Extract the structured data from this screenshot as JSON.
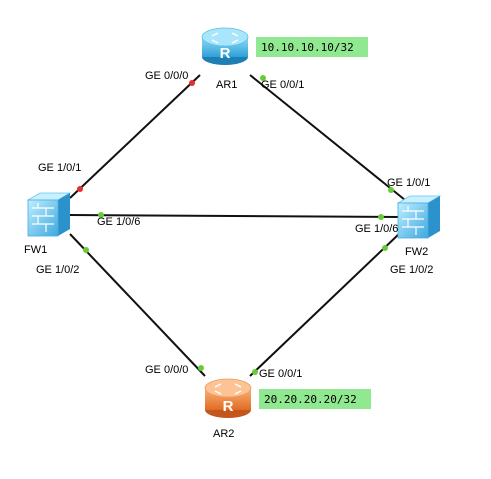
{
  "devices": {
    "ar1": {
      "name": "AR1",
      "type": "router",
      "color": "#4ab8e8"
    },
    "ar2": {
      "name": "AR2",
      "type": "router",
      "color": "#f08a3c"
    },
    "fw1": {
      "name": "FW1",
      "type": "firewall",
      "color": "#5bbde8"
    },
    "fw2": {
      "name": "FW2",
      "type": "firewall",
      "color": "#5bbde8"
    }
  },
  "ip_labels": {
    "ar1": "10.10.10.10/32",
    "ar2": "20.20.20.20/32",
    "background": "#90e890"
  },
  "interfaces": {
    "ar1_ge000": "GE 0/0/0",
    "ar1_ge001": "GE 0/0/1",
    "fw1_ge101": "GE 1/0/1",
    "fw1_ge106": "GE 1/0/6",
    "fw1_ge102": "GE 1/0/2",
    "fw2_ge101": "GE 1/0/1",
    "fw2_ge106": "GE 1/0/6",
    "fw2_ge102": "GE 1/0/2",
    "ar2_ge000": "GE 0/0/0",
    "ar2_ge001": "GE 0/0/1"
  },
  "link_status_colors": {
    "down": "#e03030",
    "up": "#66cc33"
  },
  "links": [
    {
      "name": "link-ar1-fw1",
      "status": "down"
    },
    {
      "name": "link-ar1-fw2",
      "status": "up"
    },
    {
      "name": "link-fw1-fw2",
      "status": "up"
    },
    {
      "name": "link-fw1-ar2",
      "status": "up"
    },
    {
      "name": "link-fw2-ar2",
      "status": "up"
    }
  ]
}
